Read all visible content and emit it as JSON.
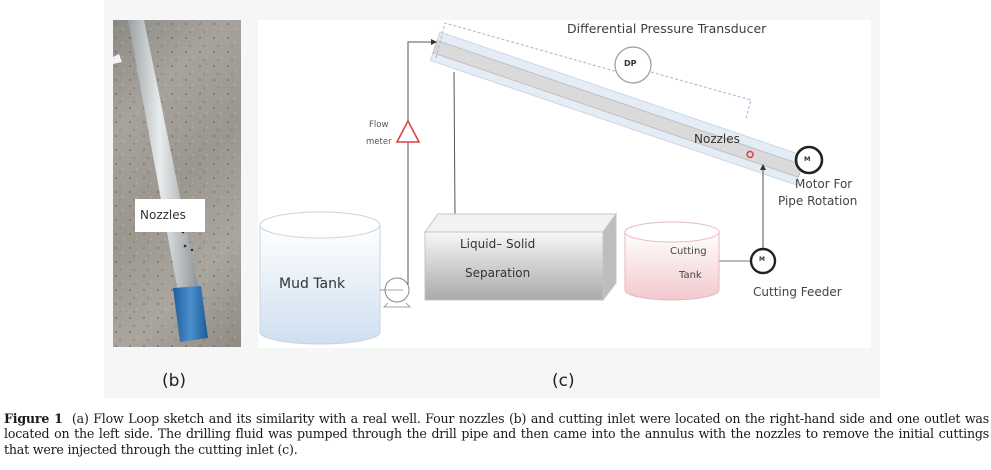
{
  "figure": {
    "panels": {
      "b": {
        "label": "(b)",
        "photo_callout": "Nozzles"
      },
      "c": {
        "label": "(c)",
        "components": {
          "dp_transducer_label": "Differential Pressure Transducer",
          "dp_symbol": "DP",
          "flow_meter_label_line1": "Flow",
          "flow_meter_label_line2": "meter",
          "nozzles_label": "Nozzles",
          "motor_symbol": "M",
          "motor_label_line1": "Motor For",
          "motor_label_line2": "Pipe Rotation",
          "mud_tank_label": "Mud Tank",
          "separation_label_line1": "Liquid– Solid",
          "separation_label_line2": "Separation",
          "cutting_tank_label_line1": "Cutting",
          "cutting_tank_label_line2": "Tank",
          "feeder_symbol": "M",
          "feeder_label": "Cutting Feeder"
        },
        "colors": {
          "flow_meter": "#d9434a",
          "nozzle_marker": "#e0474c",
          "mud_tank_top": "#ffffff",
          "mud_tank_bottom": "#cfdff0",
          "cutting_tank_top": "#ffffff",
          "cutting_tank_bottom": "#f2c8cd",
          "separator_top": "#f7f7f7",
          "separator_bottom": "#a9a9a9",
          "pipe_outer": "#dfe9f3",
          "pipe_inner": "#d9d9d9"
        }
      }
    },
    "caption": {
      "prefix": "Figure 1",
      "text": "(a) Flow Loop sketch and its similarity with a real well. Four nozzles (b) and cutting inlet were located on the right-hand side and one outlet was located on the left side. The drilling fluid was pumped through the drill pipe and then came into the annulus with the nozzles to remove the initial cuttings that were injected through the cutting inlet (c)."
    }
  }
}
